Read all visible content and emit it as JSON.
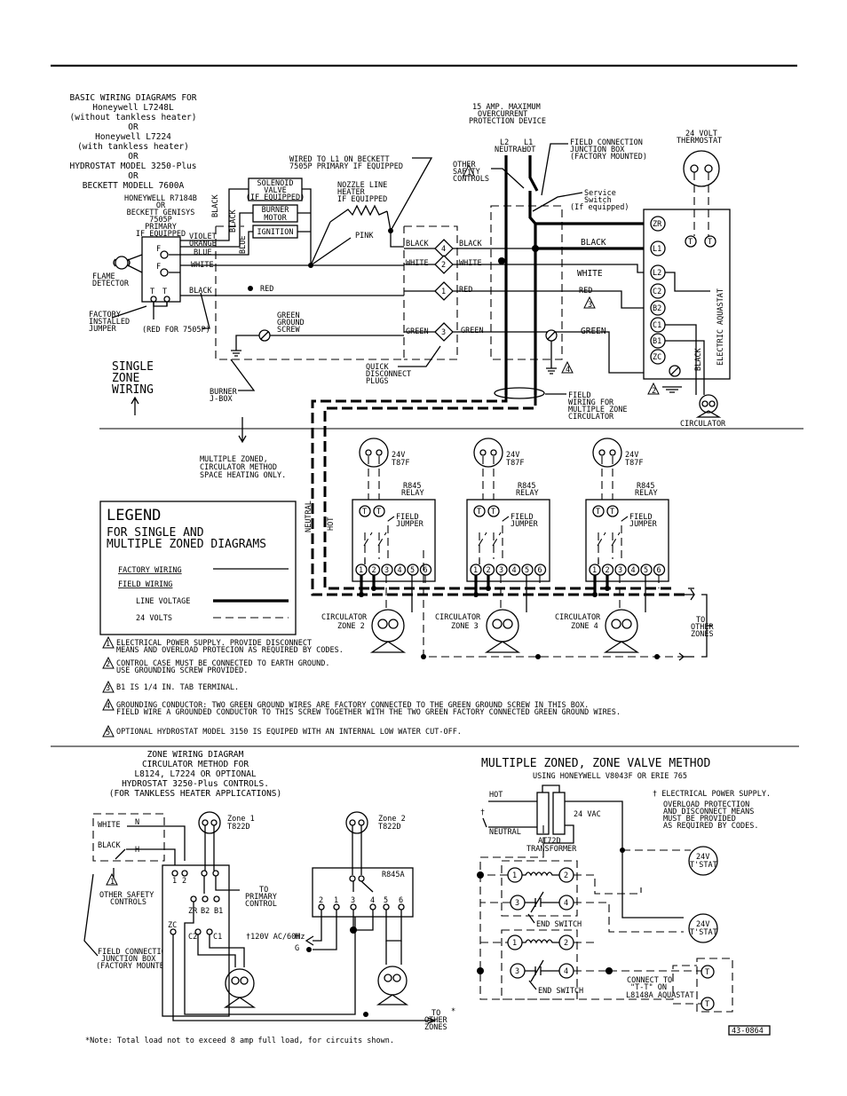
{
  "top_block": {
    "title": [
      "BASIC WIRING DIAGRAMS FOR",
      "Honeywell L7248L",
      "(without tankless heater)",
      "OR",
      "Honeywell L7224",
      "(with tankless heater)",
      "OR",
      "HYDROSTAT MODEL 3250-Plus",
      "OR",
      "BECKETT MODELL 7600A"
    ],
    "primary": [
      "HONEYWELL R7184B",
      "OR",
      "BECKETT GENISYS",
      "7505P",
      "PRIMARY",
      "IF EQUIPPED"
    ],
    "flame_detector": [
      "FLAME",
      "DETECTOR"
    ],
    "factory_jumper": [
      "FACTORY",
      "INSTALLED",
      "JUMPER"
    ],
    "red_for": "(RED FOR 7505P)",
    "wires": {
      "violet": "VIOLET",
      "orange": "ORANGE",
      "blue": "BLUE",
      "white": "WHITE",
      "black": "BLACK",
      "red": "RED",
      "green": "GREEN",
      "pink": "PINK"
    },
    "terminal_f": "F",
    "terminal_t": "T",
    "solenoid": [
      "SOLENOID",
      "VALVE",
      "(IF EQUIPPED)"
    ],
    "burner_motor": [
      "BURNER",
      "MOTOR"
    ],
    "ignition": "IGNITION",
    "wired_to_l1": [
      "WIRED TO L1 ON BECKETT",
      "7505P PRIMARY IF EQUIPPED"
    ],
    "nozzle_heater": [
      "NOZZLE LINE",
      "HEATER",
      "IF EQUIPPED"
    ],
    "green_screw": [
      "GREEN",
      "GROUND",
      "SCREW"
    ],
    "quick_disconnect": [
      "QUICK",
      "DISCONNECT",
      "PLUGS"
    ],
    "burner_jbox": [
      "BURNER",
      "J-BOX"
    ],
    "single_zone": [
      "SINGLE",
      "ZONE",
      "WIRING"
    ],
    "plug_numbers": [
      "4",
      "2",
      "1",
      "3"
    ],
    "overcurrent": [
      "15 AMP. MAXIMUM",
      "OVERCURRENT",
      "PROTECTION DEVICE"
    ],
    "l2_neutral": [
      "L2",
      "NEUTRAL"
    ],
    "l1_hot": [
      "L1",
      "HOT"
    ],
    "other_safety": [
      "OTHER",
      "SAFETY",
      "CONTROLS"
    ],
    "junction_box": [
      "FIELD CONNECTION",
      "JUNCTION BOX",
      "(FACTORY MOUNTED)"
    ],
    "service_switch": [
      "Service",
      "Switch",
      "(If equipped)"
    ],
    "thermostat": [
      "24 VOLT",
      "THERMOSTAT"
    ],
    "aquastat_terminals": [
      "ZR",
      "L1",
      "L2",
      "C2",
      "B2",
      "C1",
      "B1",
      "ZC"
    ],
    "electric_aquastat": "ELECTRIC AQUASTAT",
    "circulator": "CIRCULATOR",
    "field_wiring_multi": [
      "FIELD",
      "WIRING FOR",
      "MULTIPLE ZONE",
      "CIRCULATOR"
    ],
    "note_nums": [
      "1",
      "2",
      "3",
      "4",
      "5"
    ]
  },
  "multi_zone": {
    "method_note": [
      "MULTIPLE ZONED,",
      "CIRCULATOR METHOD",
      "SPACE HEATING ONLY."
    ],
    "neutral": "NEUTRAL",
    "hot": "HOT",
    "stat_label": [
      "24V",
      "T87F"
    ],
    "relay_label": [
      "R845",
      "RELAY"
    ],
    "field_jumper": [
      "FIELD",
      "JUMPER"
    ],
    "relay_terminals": [
      "1",
      "2",
      "3",
      "4",
      "5",
      "6"
    ],
    "circulators": [
      [
        "CIRCULATOR",
        "ZONE 2"
      ],
      [
        "CIRCULATOR",
        "ZONE 3"
      ],
      [
        "CIRCULATOR",
        "ZONE 4"
      ]
    ],
    "to_other_zones": [
      "TO",
      "OTHER",
      "ZONES"
    ]
  },
  "legend": {
    "title": "LEGEND",
    "subtitle": [
      "FOR SINGLE AND",
      "MULTIPLE ZONED DIAGRAMS"
    ],
    "factory": "FACTORY WIRING",
    "field": "FIELD WIRING",
    "line_voltage": "LINE VOLTAGE",
    "volts24": "24 VOLTS"
  },
  "notes": [
    {
      "num": "1",
      "lines": [
        "ELECTRICAL POWER SUPPLY. PROVIDE DISCONNECT",
        "MEANS AND OVERLOAD PROTECION AS REQUIRED BY CODES."
      ]
    },
    {
      "num": "2",
      "lines": [
        "CONTROL CASE MUST BE CONNECTED TO EARTH GROUND.",
        "USE GROUNDING SCREW PROVIDED."
      ]
    },
    {
      "num": "3",
      "lines": [
        "B1 IS 1/4 IN. TAB TERMINAL."
      ]
    },
    {
      "num": "4",
      "lines": [
        "GROUNDING CONDUCTOR:  TWO GREEN GROUND WIRES ARE FACTORY CONNECTED TO THE GREEN GROUND SCREW IN THIS BOX.",
        "FIELD WIRE A GROUNDED CONDUCTOR TO THIS SCREW TOGETHER WITH THE TWO GREEN FACTORY CONNECTED GREEN GROUND WIRES."
      ]
    },
    {
      "num": "5",
      "lines": [
        "OPTIONAL HYDROSTAT MODEL 3150 IS EQUIPED WITH AN INTERNAL LOW WATER CUT-OFF."
      ]
    }
  ],
  "zone_diagram": {
    "title": [
      "ZONE WIRING DIAGRAM",
      "CIRCULATOR METHOD FOR",
      "L8124, L7224 OR OPTIONAL",
      "HYDROSTAT 3250-Plus CONTROLS.",
      "(FOR TANKLESS HEATER APPLICATIONS)"
    ],
    "white": "WHITE",
    "black": "BLACK",
    "n": "N",
    "h": "H",
    "zone1": [
      "Zone 1",
      "T822D"
    ],
    "zone2": [
      "Zone 2",
      "T822D"
    ],
    "to_primary": [
      "TO",
      "PRIMARY",
      "CONTROL"
    ],
    "term_1": "1",
    "term_2": "2",
    "term_zr": "ZR",
    "term_b2": "B2",
    "term_b1": "B1",
    "term_zc": "ZC",
    "term_c2": "C2",
    "term_c1": "C1",
    "r845a": "R845A",
    "r845a_terms": [
      "2",
      "1",
      "3",
      "4",
      "5",
      "6"
    ],
    "supply": "†120V AC/60Hz",
    "hg": [
      "H",
      "G"
    ],
    "other_safety": [
      "OTHER SAFETY",
      "CONTROLS"
    ],
    "junction": [
      "FIELD CONNECTION",
      "JUNCTION BOX",
      "(FACTORY MOUNTED)"
    ],
    "to_other": [
      "TO",
      "OTHER",
      "ZONES"
    ],
    "star": "*",
    "note": "*Note: Total load not to exceed 8 amp full load, for circuits shown."
  },
  "zone_valve": {
    "title": "MULTIPLE ZONED, ZONE VALVE METHOD",
    "subtitle": "USING HONEYWELL V8043F OR ERIE 765",
    "dagger_note": "† ELECTRICAL POWER SUPPLY.",
    "overload": [
      "OVERLOAD PROTECTION",
      "AND DISCONNECT MEANS",
      "MUST BE PROVIDED",
      "AS REQUIRED BY CODES."
    ],
    "hot": "HOT",
    "neutral": "NEUTRAL",
    "dagger": "†",
    "vac": "24 VAC",
    "transformer": [
      "AT72D",
      "TRANSFORMER"
    ],
    "tstat": [
      "24V",
      "T'STAT"
    ],
    "end_switch": "END SWITCH",
    "terms": [
      "1",
      "2",
      "3",
      "4"
    ],
    "connect_to": [
      "CONNECT TO",
      "\"T-T\" ON",
      "L8148A AQUASTAT"
    ],
    "t": "T",
    "doc_id": "43-0864"
  }
}
